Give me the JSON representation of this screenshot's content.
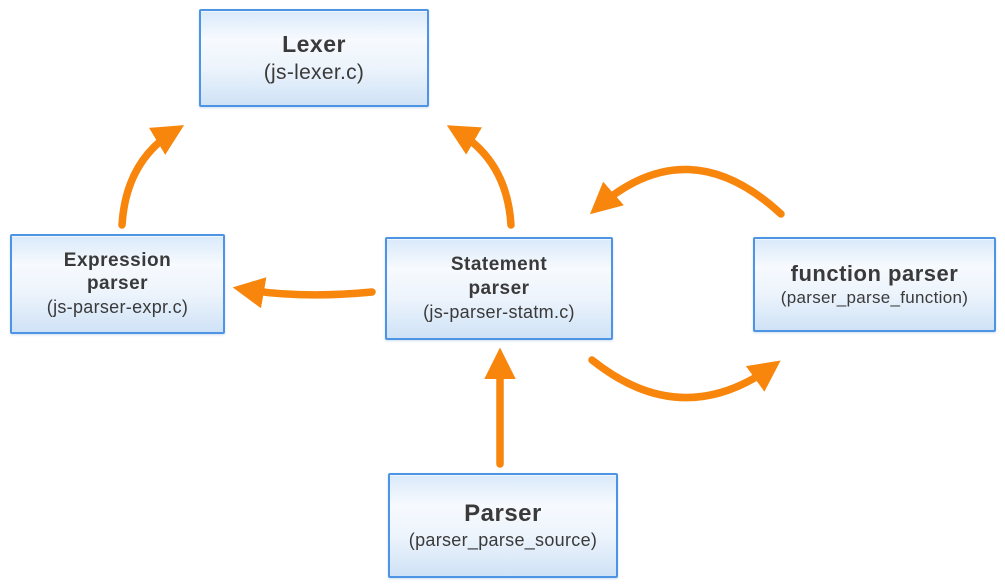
{
  "colors": {
    "arrow": "#F8860D",
    "box_border": "#4E94E4",
    "box_fill_top": "#D9E9FA",
    "box_fill_bottom": "#CFE2F6",
    "text": "#3A3A3A"
  },
  "nodes": [
    {
      "id": "lexer",
      "lines": [
        "Lexer"
      ],
      "subtitle": "(js-lexer.c)"
    },
    {
      "id": "expression-parser",
      "lines": [
        "Expression",
        "parser"
      ],
      "subtitle": "(js-parser-expr.c)"
    },
    {
      "id": "statement-parser",
      "lines": [
        "Statement",
        "parser"
      ],
      "subtitle": "(js-parser-statm.c)"
    },
    {
      "id": "function-parser",
      "lines": [
        "function parser"
      ],
      "subtitle": "(parser_parse_function)"
    },
    {
      "id": "parser",
      "lines": [
        "Parser"
      ],
      "subtitle": "(parser_parse_source)"
    }
  ],
  "edges": [
    {
      "from": "expression-parser",
      "to": "lexer"
    },
    {
      "from": "statement-parser",
      "to": "lexer"
    },
    {
      "from": "statement-parser",
      "to": "expression-parser"
    },
    {
      "from": "function-parser",
      "to": "statement-parser"
    },
    {
      "from": "statement-parser",
      "to": "function-parser"
    },
    {
      "from": "parser",
      "to": "statement-parser"
    }
  ]
}
